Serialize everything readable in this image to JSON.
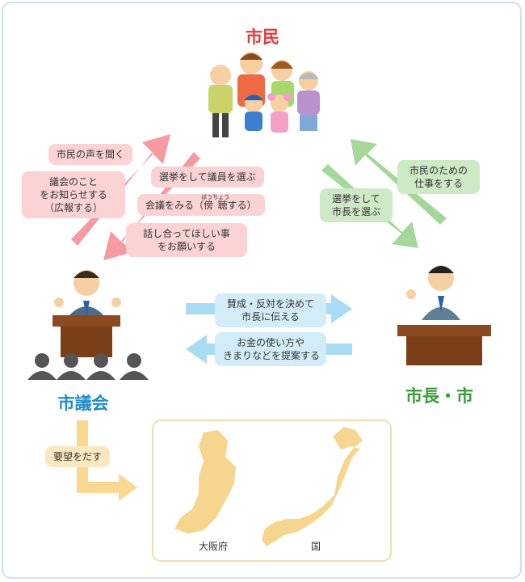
{
  "nodes": {
    "citizens": "市民",
    "council": "市議会",
    "mayor": "市長・市"
  },
  "labels": {
    "listen": "市民の声を聞く",
    "inform_l1": "議会のこと",
    "inform_l2": "をお知らせする",
    "inform_l3": "（広報する）",
    "elect_members": "選挙をして議員を選ぶ",
    "watch_pre": "会議をみる（",
    "watch_base": "傍聴",
    "watch_ruby": "ぼうちょう",
    "watch_post": "する）",
    "request_l1": "話し合ってほしい事",
    "request_l2": "をお願いする",
    "work_l1": "市民のための",
    "work_l2": "仕事をする",
    "elect_mayor_l1": "選挙をして",
    "elect_mayor_l2": "市長を選ぶ",
    "decide_l1": "賛成・反対を決めて",
    "decide_l2": "市長に伝える",
    "propose_l1": "お金の使い方や",
    "propose_l2": "きまりなどを提案する",
    "petition": "要望をだす",
    "osaka": "大阪府",
    "nation": "国"
  },
  "colors": {
    "pink_arrow": "#f49aa0",
    "green_arrow": "#a6d79a",
    "blue_arrow": "#a9dcf2",
    "cream_arrow": "#fad891",
    "citizens_title": "#e8383d",
    "council_title": "#1f8cc8",
    "mayor_title": "#3a9e3a",
    "map_fill": "#f6d68f"
  }
}
